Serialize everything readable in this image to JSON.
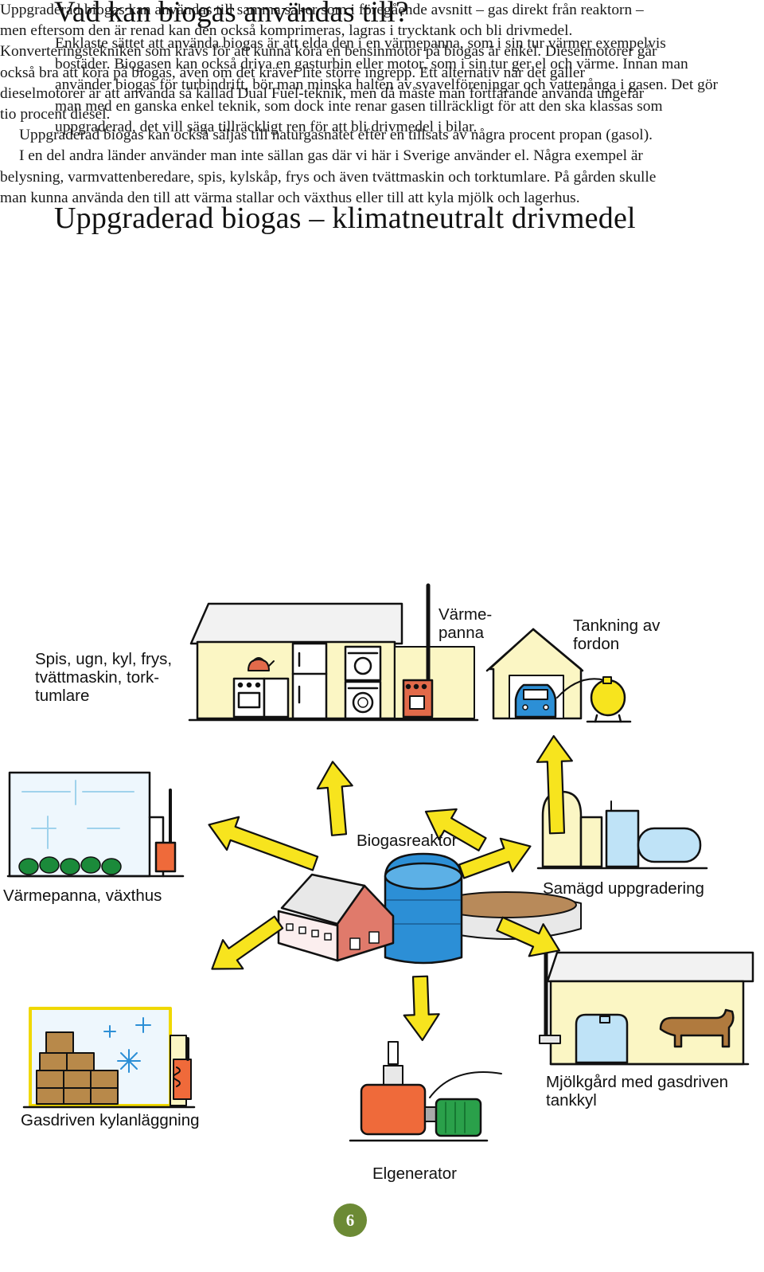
{
  "section1": {
    "title": "Vad kan biogas användas till?",
    "body": "Enklaste sättet att använda biogas är att elda den i en värmepanna, som i sin tur värmer exempelvis bostäder. Biogasen kan också driva en gasturbin eller motor, som i sin tur ger el och värme. Innan man använder biogas för turbindrift, bör man minska halten av svavelföreningar och vattenånga i gasen. Det gör man med en ganska enkel teknik, som dock inte renar gasen tillräckligt för att den ska klassas som uppgraderad, det vill säga tillräckligt ren för att bli drivmedel i bilar."
  },
  "section2": {
    "title": "Uppgraderad biogas – klimatneutralt drivmedel",
    "paragraphs": [
      "Uppgraderad biogas kan användas till samma saker som i föregående avsnitt – gas direkt från reaktorn – men eftersom den är renad kan den också komprimeras, lagras i trycktank och bli drivmedel. Konverteringstekniken som krävs för att kunna köra en bensinmotor på biogas är enkel. Dieselmotorer går också bra att köra på biogas, även om det kräver lite större ingrepp. Ett alternativ när det gäller dieselmotorer är att använda så kallad Dual Fuel-teknik, men då måste man fortfarande använda ungefär tio procent diesel.",
      "Uppgraderad biogas kan också säljas till naturgasnätet efter en tillsats av några procent propan (gasol).",
      "I en del andra länder använder man inte sällan gas där vi här i Sverige använder el. Några exempel är belysning, varmvattenberedare, spis, kylskåp, frys och även tvättmaskin och torktumlare. På gården skulle man kunna använda den till att värma stallar och växthus eller till att kyla mjölk och lagerhus."
    ]
  },
  "diagram": {
    "labels": {
      "house": [
        "Spis, ugn, kyl, frys,",
        "tvättmaskin, tork-",
        "tumlare"
      ],
      "boiler": [
        "Värme-",
        "panna"
      ],
      "fueling": [
        "Tankning av",
        "fordon"
      ],
      "reactor": "Biogasreaktor",
      "greenhouse": "Värmepanna, växthus",
      "upgrading": "Samägd uppgradering",
      "cooling": "Gasdriven kylanläggning",
      "dairy": [
        "Mjölkgård med gasdriven",
        "tankkyl"
      ],
      "generator": "Elgenerator"
    },
    "colors": {
      "arrow": "#f7e41e",
      "house_wall": "#fbf6c4",
      "reactor_blue": "#2c8fd6",
      "boiler_red": "#e26a4a",
      "barn_red": "#e07a6b",
      "generator_orange": "#ef6a3a",
      "generator_green": "#2aa04a",
      "tank_blue": "#bfe3f7",
      "cow_brown": "#b07a3e",
      "bale_brown": "#b8894a"
    }
  },
  "page_number": "6"
}
